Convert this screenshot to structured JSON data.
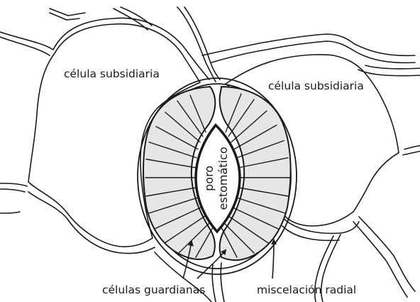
{
  "labels": {
    "subsidiary_left": "célula subsidiaria",
    "subsidiary_right": "célula subsidiaria",
    "pore_line1": "poro",
    "pore_line2": "estomático",
    "guard_cells": "células guardianas",
    "radial": "miscelación radial"
  },
  "colors": {
    "line": "#1a1a1a",
    "guard_fill": "#e6e6e6",
    "background": "#ffffff"
  }
}
